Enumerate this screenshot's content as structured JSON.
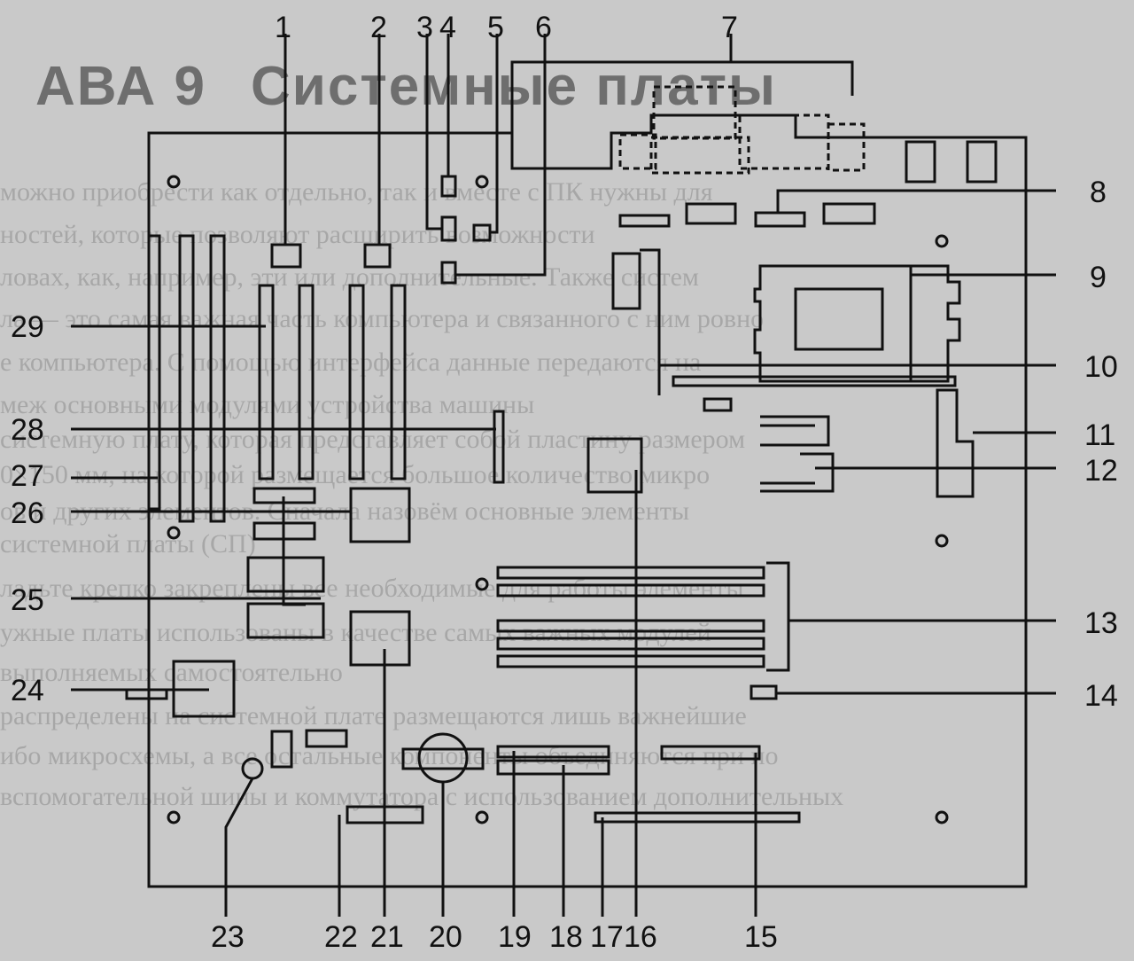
{
  "background": {
    "heading_number": "АВА 9",
    "heading_title": "Системные платы",
    "text_lines": [
      "можно приобрести как отдельно, так и вместе с ПК нужны для",
      "ностей, которые позволяют расширить возможности",
      "ловах, как, например, эти или дополнительные. Также систем",
      "ла — это самая важная часть компьютера и связанного с ним ровно",
      "е компьютера. С помощью интерфейса данные передаются на",
      "меж основными модулями устройства машины",
      "системную плату, которая представляет собой пластину размером",
      "0×150 мм, на которой размещается большое количество микро",
      "ов и других элементов. Сначала назовём основные элементы",
      "системной платы (СП)",
      "ладьте крепко закреплены все необходимые для работы элементы",
      "ужные платы использованы в качестве самых важных модулей",
      "выполняемых самостоятельно",
      "распределены на системной плате размещаются лишь важнейшие",
      "ибо микросхемы, а все остальные компоненты объединяются при по",
      "вспомогательной шины и коммутатора с использованием дополнительных"
    ]
  },
  "colors": {
    "ink": "#111111",
    "paper": "#c9c9c9",
    "ghost_text": "#8d8d8d"
  },
  "callouts": [
    "1",
    "2",
    "3",
    "4",
    "5",
    "6",
    "7",
    "8",
    "9",
    "10",
    "11",
    "12",
    "13",
    "14",
    "15",
    "16",
    "17",
    "18",
    "19",
    "20",
    "21",
    "22",
    "23",
    "24",
    "25",
    "26",
    "27",
    "28",
    "29"
  ]
}
